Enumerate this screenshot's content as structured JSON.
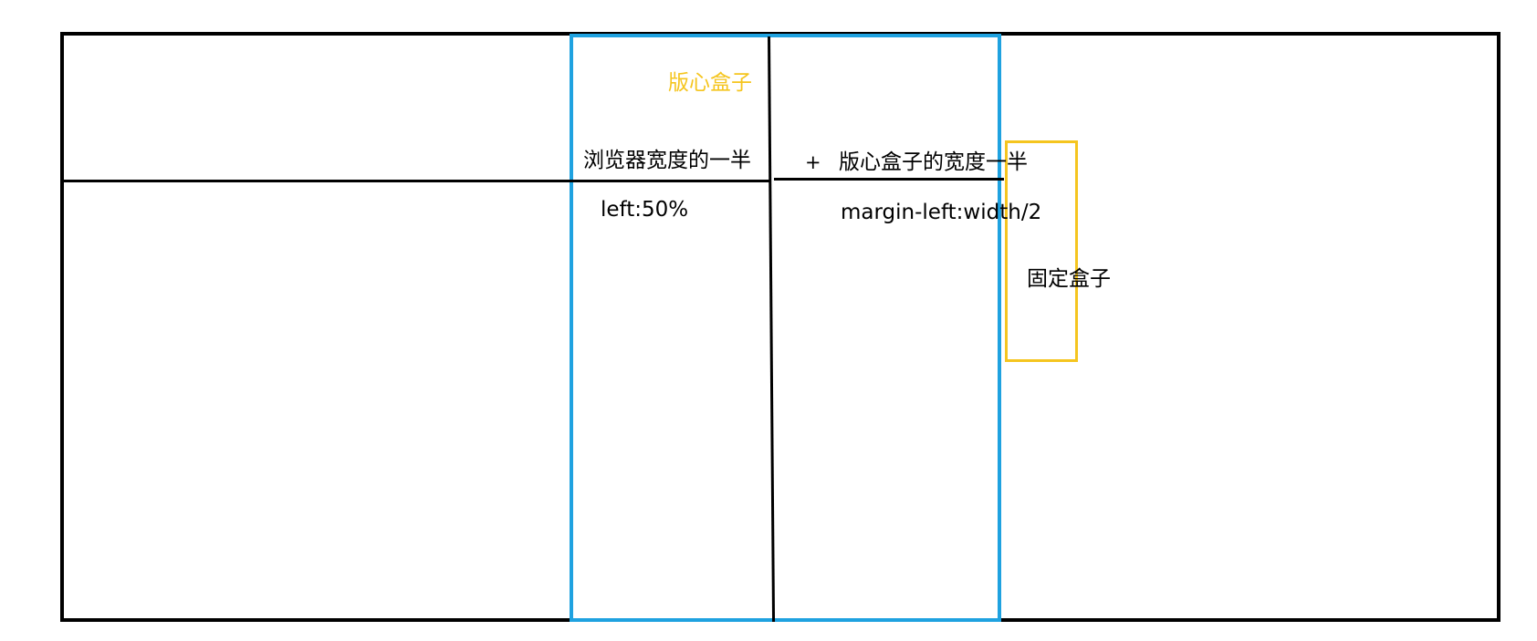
{
  "diagram": {
    "labels": {
      "center_box_title": "版心盒子",
      "half_browser_width": "浏览器宽度的一半",
      "plus": "+",
      "half_center_box_width": "版心盒子的宽度一半",
      "left_rule": "left:50%",
      "margin_rule": "margin-left:width/2",
      "fixed_box": "固定盒子"
    },
    "colors": {
      "browser_frame": "#000000",
      "center_box": "#1fa2e0",
      "fixed_box": "#f5c51f",
      "center_box_title": "#f5c51f",
      "text": "#000000"
    }
  }
}
